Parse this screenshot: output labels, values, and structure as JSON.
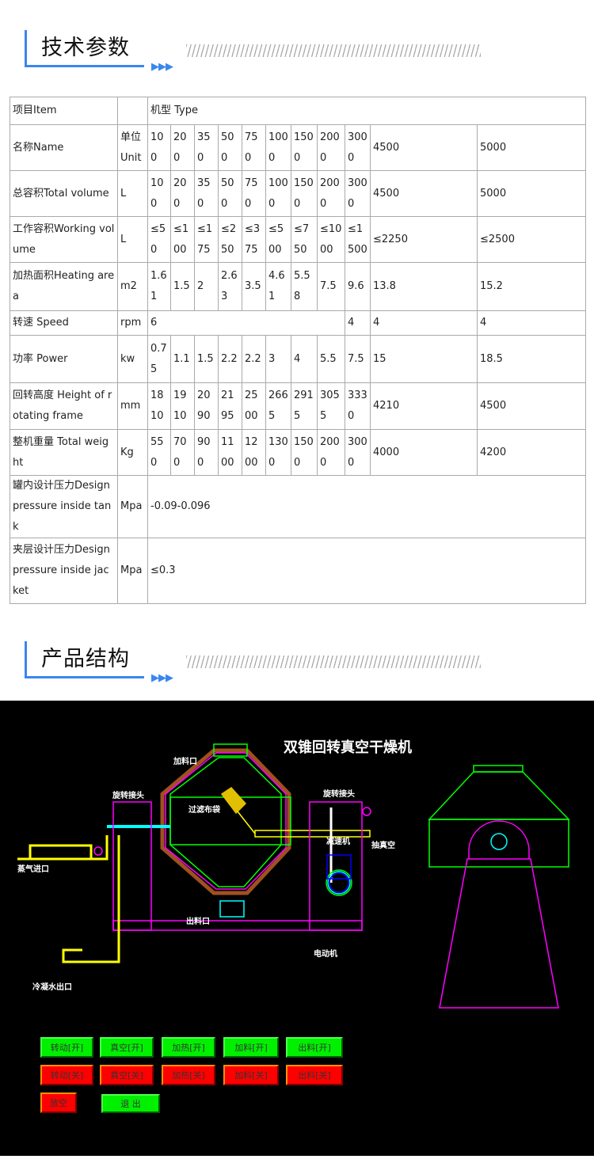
{
  "section1": {
    "title": "技术参数",
    "arrows": "▶▶▶"
  },
  "section2": {
    "title": "产品结构",
    "arrows": "▶▶▶"
  },
  "table": {
    "header": [
      "项目Item",
      "",
      "机型 Type"
    ],
    "rows": [
      {
        "label": "名称Name",
        "unit": "单位Unit",
        "values": [
          "100",
          "200",
          "350",
          "500",
          "750",
          "1000",
          "1500",
          "2000",
          "3000",
          "4500",
          "5000"
        ]
      },
      {
        "label": "总容积Total volume",
        "unit": "L",
        "values": [
          "100",
          "200",
          "350",
          "500",
          "750",
          "1000",
          "1500",
          "2000",
          "3000",
          "4500",
          "5000"
        ]
      },
      {
        "label": "工作容积Working volume",
        "unit": "L",
        "values": [
          "≤50",
          "≤100",
          "≤175",
          "≤250",
          "≤375",
          "≤500",
          "≤750",
          "≤1000",
          "≤1500",
          "≤2250",
          "≤2500"
        ]
      },
      {
        "label": "加热面积Heating area",
        "unit": "m2",
        "values": [
          "1.61",
          "1.5",
          "2",
          "2.63",
          "3.5",
          "4.61",
          "5.58",
          "7.5",
          "9.6",
          "13.8",
          "15.2"
        ]
      },
      {
        "label": "转速 Speed",
        "unit": "rpm",
        "values": [
          "6",
          "4",
          "4",
          "4"
        ]
      },
      {
        "label": "功率 Power",
        "unit": "kw",
        "values": [
          "0.75",
          "1.1",
          "1.5",
          "2.2",
          "2.2",
          "3",
          "4",
          "5.5",
          "7.5",
          "15",
          "18.5"
        ]
      },
      {
        "label": "回转高度 Height of rotating frame",
        "unit": "mm",
        "values": [
          "1810",
          "1910",
          "2090",
          "2195",
          "2500",
          "2665",
          "2915",
          "3055",
          "3330",
          "4210",
          "4500"
        ]
      },
      {
        "label": "整机重量 Total weight",
        "unit": "Kg",
        "values": [
          "550",
          "700",
          "900",
          "1100",
          "1200",
          "1300",
          "1500",
          "2000",
          "3000",
          "4000",
          "4200"
        ]
      },
      {
        "label": "罐内设计压力Design pressure inside tank",
        "unit": "Mpa",
        "values": [
          "-0.09-0.096"
        ]
      },
      {
        "label": "夹层设计压力Design pressure inside jacket",
        "unit": "Mpa",
        "values": [
          "≤0.3"
        ]
      }
    ]
  },
  "diagram": {
    "title": "双锥回转真空干燥机",
    "labels": {
      "feed": "加料口",
      "joint_left": "旋转接头",
      "joint_right": "旋转接头",
      "filter": "过滤布袋",
      "reducer": "减速机",
      "vacuum": "抽真空",
      "steam": "蒸气进口",
      "discharge": "出料口",
      "motor": "电动机",
      "condensate": "冷凝水出口"
    },
    "buttons_on": [
      "转动[开]",
      "真空[开]",
      "加热[开]",
      "加料[开]",
      "出料[开]"
    ],
    "buttons_off": [
      "转动[关]",
      "真空[关]",
      "加热[关]",
      "加料[关]",
      "出料[关]"
    ],
    "vent": "放空",
    "exit": "退 出"
  }
}
